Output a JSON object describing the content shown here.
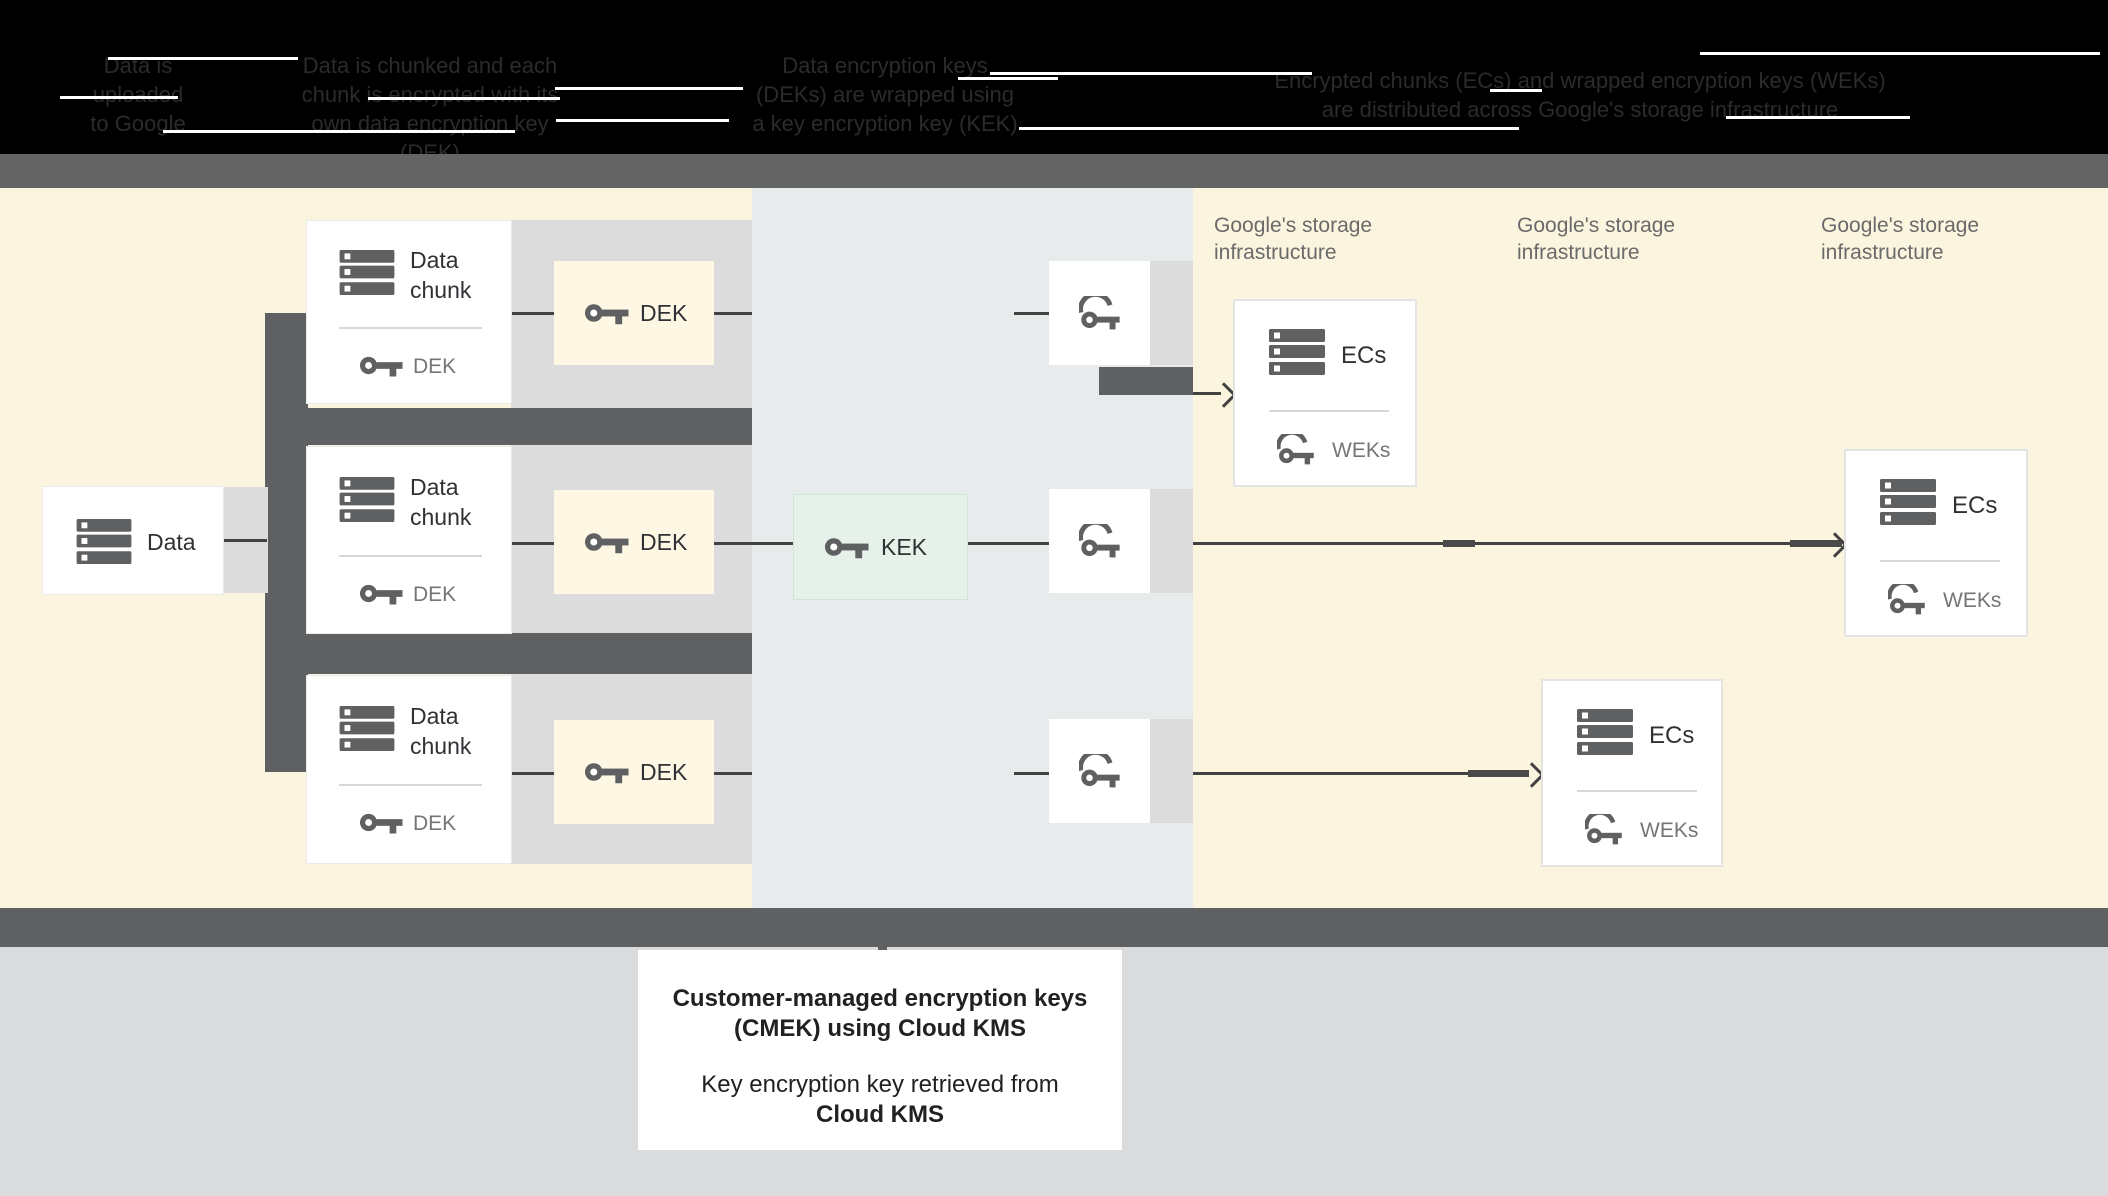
{
  "steps": [
    {
      "lines": [
        "Data is",
        "uploaded",
        "to Google"
      ]
    },
    {
      "lines": [
        "Data is chunked and each",
        "chunk is encrypted with its",
        "own data encryption key (DEK)"
      ]
    },
    {
      "lines": [
        "Data encryption keys",
        "(DEKs) are wrapped using",
        "a key encryption key (KEK)"
      ]
    },
    {
      "lines": [
        "Encrypted chunks (ECs) and wrapped encryption keys (WEKs)",
        "are distributed across Google's storage infrastructure"
      ]
    }
  ],
  "diagram": {
    "data_label": "Data",
    "chunk_title": [
      "Data",
      "chunk"
    ],
    "chunk_key_label": "DEK",
    "dek_label": "DEK",
    "kek_label": "KEK",
    "ecs_label": "ECs",
    "weks_label": "WEKs",
    "storage_label": [
      "Google's storage",
      "infrastructure"
    ]
  },
  "callout": {
    "title": [
      "Customer-managed encryption keys",
      "(CMEK) using Cloud KMS"
    ],
    "body": "Key encryption key retrieved from",
    "body_bold": "Cloud KMS"
  },
  "colors": {
    "background_cream": "#fbf4df",
    "kms_band_blue_gray": "#e8ebec",
    "panel_gray": "#dcdcdd",
    "dark_gray": "#5f6061",
    "top_bar_gray": "#646464",
    "bottom_area_gray": "#dadbdc",
    "icon_gray": "#5f6061",
    "kek_fill_green": "#e6f1ea",
    "dek_fill_cream": "#fdf7e4",
    "line_dark": "#424242",
    "muted_text": "#757575",
    "storage_label_text": "#6a6a6a"
  }
}
